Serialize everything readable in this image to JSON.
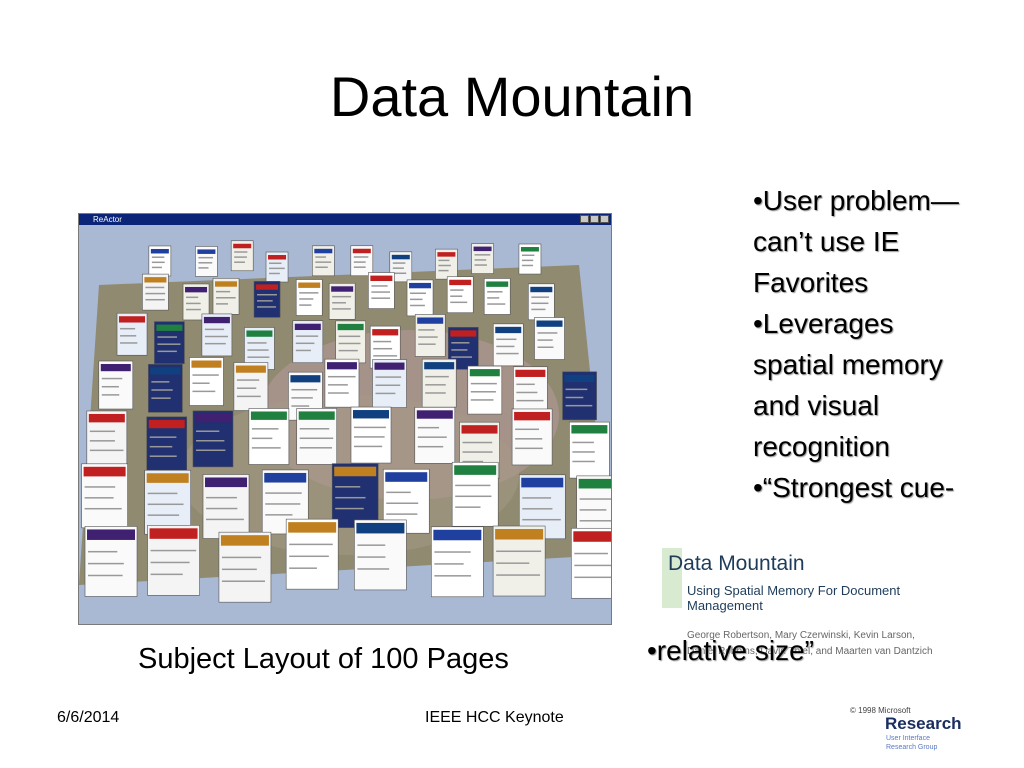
{
  "slide": {
    "title": "Data Mountain",
    "caption": "Subject Layout of 100 Pages",
    "bullets": [
      "•User problem—can’t use IE Favorites",
      "•Leverages spatial memory and visual recognition",
      "•“Strongest cue-"
    ],
    "bullet_last": "•relative size”",
    "footer_date": "6/6/2014",
    "footer_center": "IEEE HCC Keynote"
  },
  "screenshot": {
    "window_title": "ReActor"
  },
  "background_card": {
    "name": "Data Mountain",
    "subtitle": "Using Spatial Memory For Document Management",
    "authors_line1": "George Robertson, Mary Czerwinski, Kevin Larson,",
    "authors_line2": "Daniel Robbins, David Thiel, and Maarten van Dantzich"
  },
  "logo": {
    "copyright": "© 1998 Microsoft",
    "name": "Research",
    "sub1": "User Interface",
    "sub2": "Research Group"
  }
}
